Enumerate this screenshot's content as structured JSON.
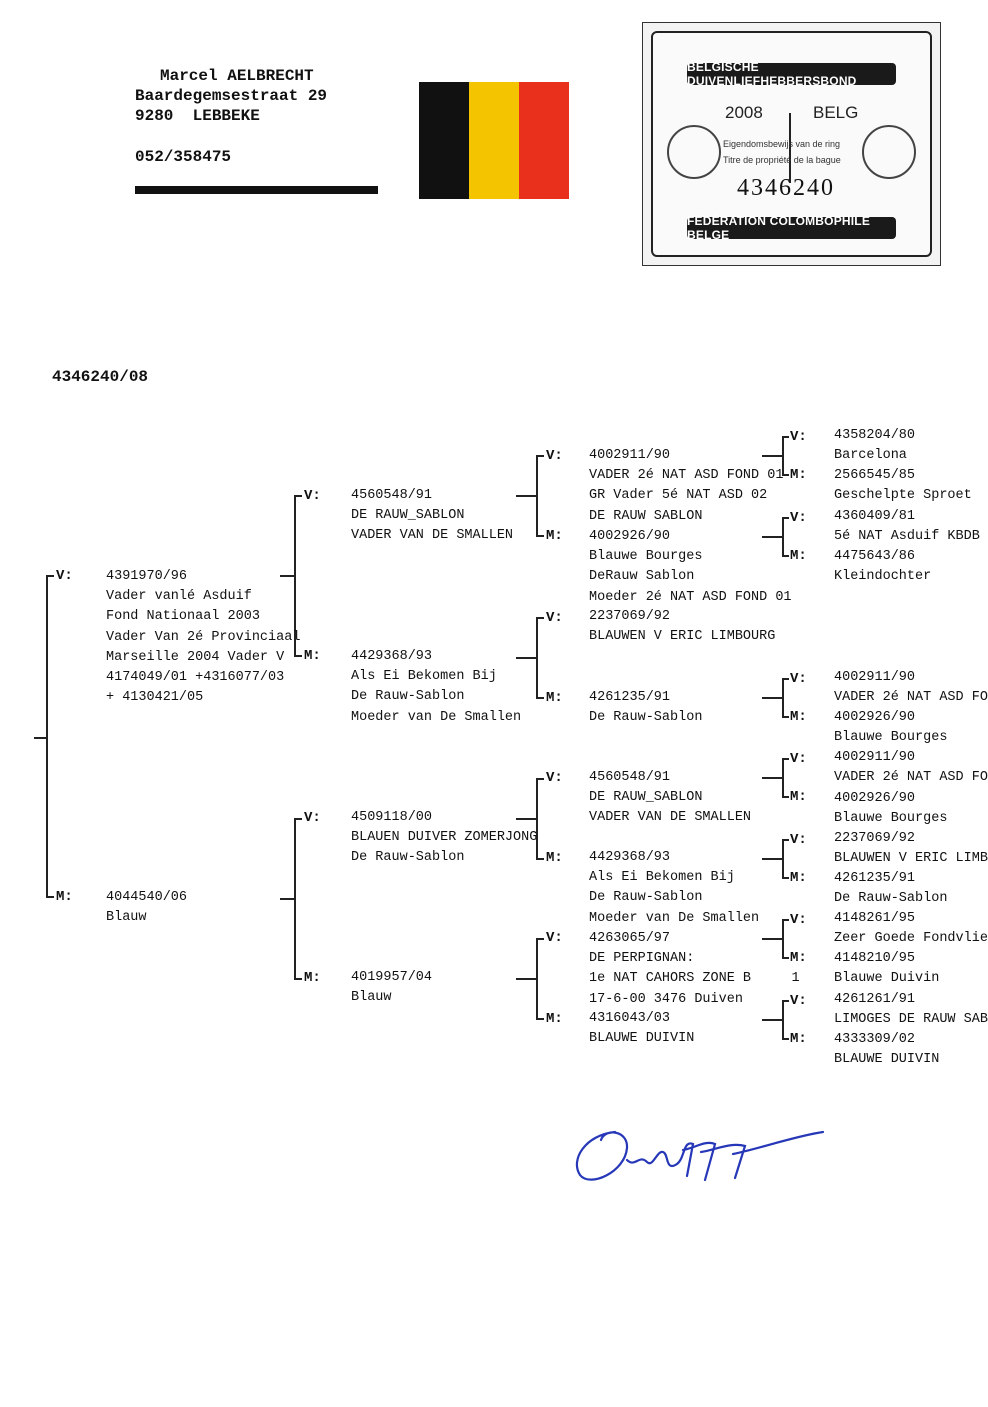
{
  "owner": {
    "name": "Marcel AELBRECHT",
    "street": "Baardegemsestraat 29",
    "city": "9280  LEBBEKE",
    "phone": "052/358475"
  },
  "flag_colors": [
    "#111111",
    "#f5c400",
    "#e8301c"
  ],
  "ring_card": {
    "top_banner": "BELGISCHE DUIVENLIEFHEBBERSBOND",
    "year": "2008",
    "country": "BELG",
    "line1": "Eigendomsbewijs van de ring",
    "line2": "Titre de propriété de la bague",
    "number": "4346240",
    "bottom_banner": "FÉDÉRATION COLOMBOPHILE BELGE"
  },
  "ring_title": "4346240/08",
  "labels": {
    "father": "V:",
    "mother": "M:"
  },
  "pedigree": {
    "g1": {
      "v": "4391970/96\nVader vanlé Asduif\nFond Nationaal 2003\nVader Van 2é Provinciaal\nMarseille 2004 Vader V\n4174049/01 +4316077/03\n+ 4130421/05",
      "m": "4044540/06\nBlauw"
    },
    "g2": {
      "vv": "4560548/91\nDE RAUW_SABLON\nVADER VAN DE SMALLEN",
      "vm": "4429368/93\nAls Ei Bekomen Bij\nDe Rauw-Sablon\nMoeder van De Smallen",
      "mv": "4509118/00\nBLAUEN DUIVER ZOMERJONG\nDe Rauw-Sablon",
      "mm": "4019957/04\nBlauw"
    },
    "g3": {
      "a": "4002911/90\nVADER 2é NAT ASD FOND 01\nGR Vader 5é NAT ASD 02\nDE RAUW SABLON",
      "b": "4002926/90\nBlauwe Bourges\nDeRauw Sablon\nMoeder 2é NAT ASD FOND 01",
      "c": "2237069/92\nBLAUWEN V ERIC LIMBOURG",
      "d": "4261235/91\nDe Rauw-Sablon",
      "e": "4560548/91\nDE RAUW_SABLON\nVADER VAN DE SMALLEN",
      "f": "4429368/93\nAls Ei Bekomen Bij\nDe Rauw-Sablon\nMoeder van De Smallen",
      "g": "4263065/97\nDE PERPIGNAN:\n1e NAT CAHORS ZONE B     1\n17-6-00 3476 Duiven",
      "h": "4316043/03\nBLAUWE DUIVIN"
    },
    "g4": {
      "p1": "4358204/80\nBarcelona",
      "p2": "2566545/85\nGeschelpte Sproet",
      "p3": "4360409/81\n5é NAT Asduif KBDB",
      "p4": "4475643/86\nKleindochter",
      "p5": "4002911/90\nVADER 2é NAT ASD FO",
      "p6": "4002926/90\nBlauwe Bourges",
      "p7": "4002911/90\nVADER 2é NAT ASD FO",
      "p8": "4002926/90\nBlauwe Bourges",
      "p9": "2237069/92\nBLAUWEN V ERIC LIMB",
      "p10": "4261235/91\nDe Rauw-Sablon",
      "p11": "4148261/95\nZeer Goede Fondvlie",
      "p12": "4148210/95\nBlauwe Duivin",
      "p13": "4261261/91\nLIMOGES DE RAUW SAB",
      "p14": "4333309/02\nBLAUWE DUIVIN"
    }
  },
  "signature": "Aelbrecht"
}
